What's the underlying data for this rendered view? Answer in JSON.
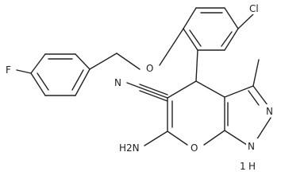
{
  "figure": {
    "kind": "chemical-structure",
    "background": "#ffffff",
    "line_color": "#222222"
  },
  "atoms": {
    "cl": "Cl",
    "o_ether": "O",
    "f": "F",
    "n_nitrile": "N",
    "n_ring": "N",
    "o_ring": "O",
    "nh2": "H2N",
    "nh_ring": "H",
    "nh_ring_n": "N",
    "nh_ring_sub": "1"
  }
}
